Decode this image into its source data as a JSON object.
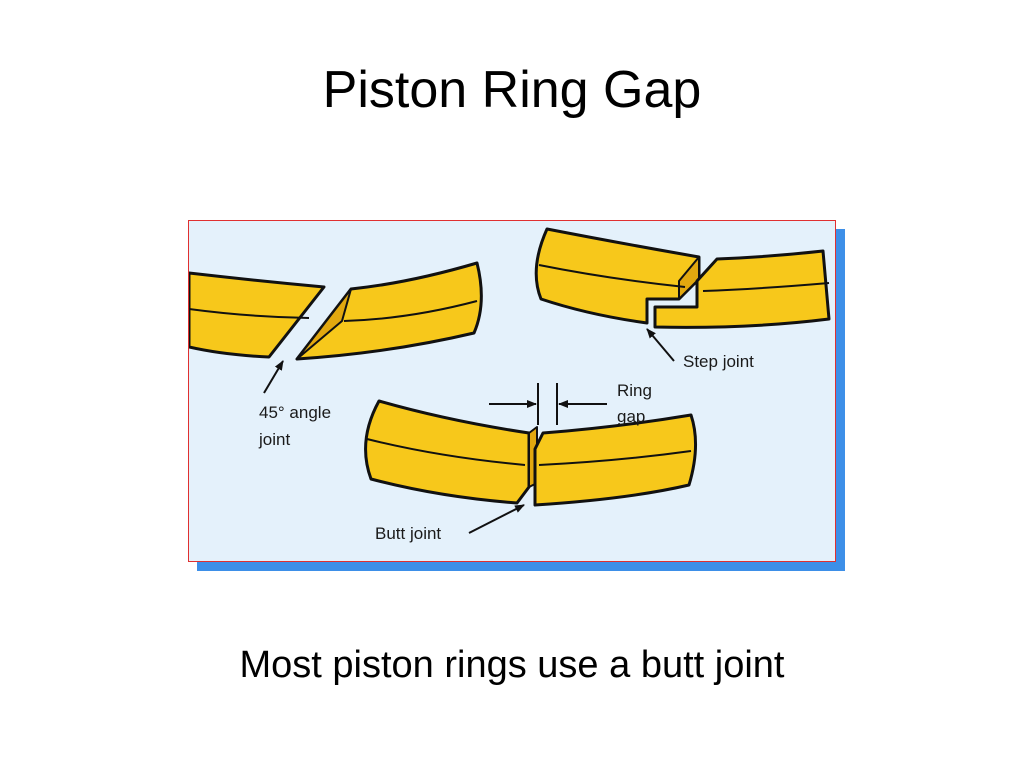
{
  "slide": {
    "title": "Piston Ring Gap",
    "caption": "Most piston rings use a butt joint"
  },
  "diagram": {
    "labels": {
      "angle_joint_line1": "45° angle",
      "angle_joint_line2": "joint",
      "step_joint": "Step joint",
      "ring_gap_line1": "Ring",
      "ring_gap_line2": "gap",
      "butt_joint": "Butt joint"
    },
    "colors": {
      "ring_fill": "#f7c81b",
      "ring_end_face": "#e2a80f",
      "background": "#e4f1fb",
      "shadow": "#3d8fe8",
      "border": "#e03030"
    }
  }
}
